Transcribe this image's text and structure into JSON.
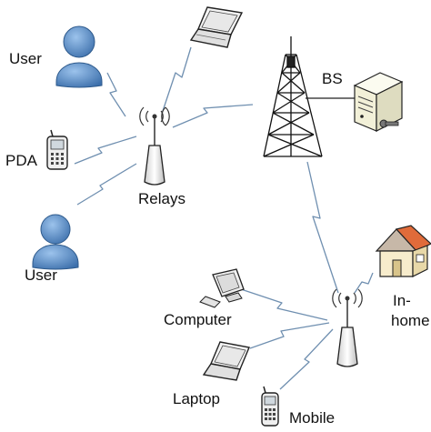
{
  "labels": {
    "user_top": "User",
    "pda": "PDA",
    "relays": "Relays",
    "user_bottom": "User",
    "bs": "BS",
    "computer": "Computer",
    "laptop": "Laptop",
    "mobile": "Mobile",
    "inhome_line1": "In-",
    "inhome_line2": "home"
  },
  "icons": {
    "user": "user-icon",
    "laptop": "laptop-icon",
    "pda": "pda-icon",
    "relay": "relay-antenna-icon",
    "tower": "cell-tower-icon",
    "server": "server-icon",
    "computer": "computer-icon",
    "mobile": "mobile-phone-icon",
    "house": "house-icon"
  },
  "colors": {
    "link": "#6f8fb0",
    "user": "#4f86c6",
    "icon_fill": "#f2f2f2",
    "outline": "#2a2a2a"
  }
}
